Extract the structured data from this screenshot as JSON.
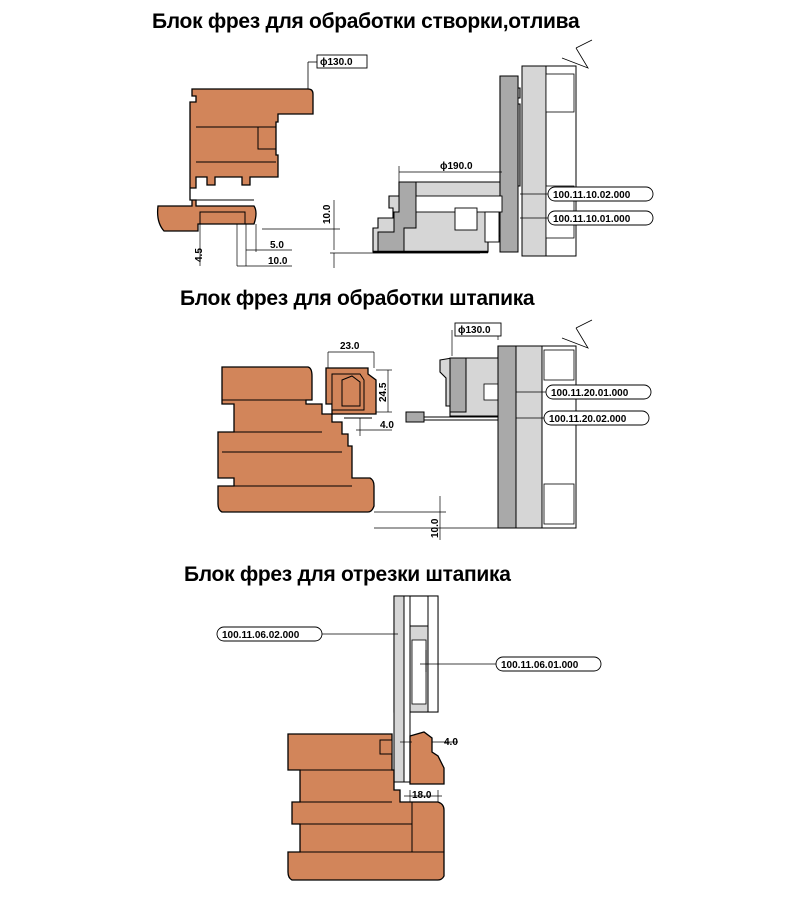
{
  "titles": {
    "section1": "Блок фрез для обработки створки,отлива",
    "section2": "Блок фрез для обработки штапика",
    "section3": "Блок фрез для  отрезки штапика"
  },
  "section1": {
    "diam_small": "ϕ130.0",
    "diam_large": "ϕ190.0",
    "dim_vertical": "10.0",
    "dim_4_5": "4.5",
    "dim_5_0": "5.0",
    "dim_10_0": "10.0",
    "part_a": "100.11.10.02.000",
    "part_b": "100.11.10.01.000"
  },
  "section2": {
    "diam": "ϕ130.0",
    "dim_23": "23.0",
    "dim_24_5": "24.5",
    "dim_4_0": "4.0",
    "dim_10_0": "10.0",
    "part_a": "100.11.20.01.000",
    "part_b": "100.11.20.02.000"
  },
  "section3": {
    "part_a": "100.11.06.02.000",
    "part_b": "100.11.06.01.000",
    "dim_4_0": "4.0",
    "dim_18_0": "18.0"
  },
  "colors": {
    "wood": "#d2855a",
    "tool_gray": "#a9a9a9",
    "tool_light": "#d6d6d6",
    "line": "#000000"
  }
}
